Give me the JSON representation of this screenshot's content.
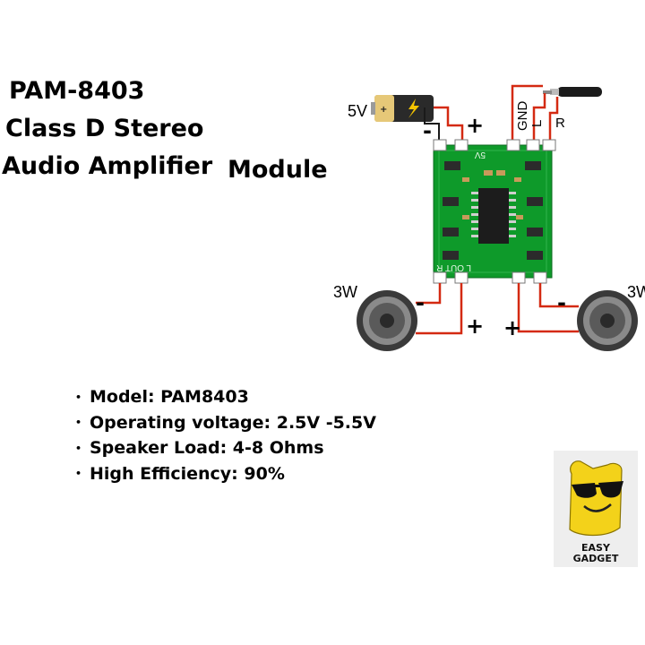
{
  "title": {
    "line1": "PAM-8403",
    "line2": "Class D Stereo",
    "line3a": "Audio Amplifier",
    "line3b": "Module"
  },
  "diagram": {
    "power_label": "5V",
    "minus_sign": "-",
    "plus_sign": "+",
    "gnd_label": "GND",
    "l_label": "L",
    "r_label": "R",
    "board_top_silk": "5V",
    "board_bottom_silk": "L OUT R",
    "left_speaker_label": "3W",
    "right_speaker_label": "3W",
    "colors": {
      "pcb": "#0e9a2a",
      "wire": "#d42a12",
      "wire_dark": "#1a1a1a",
      "chip": "#1c1c1c"
    }
  },
  "specs": [
    "Model: PAM8403",
    "Operating voltage: 2.5V -5.5V",
    "Speaker Load: 4-8 Ohms",
    "High Efficiency: 90%"
  ],
  "logo": {
    "line1": "EASY",
    "line2": "GADGET"
  }
}
